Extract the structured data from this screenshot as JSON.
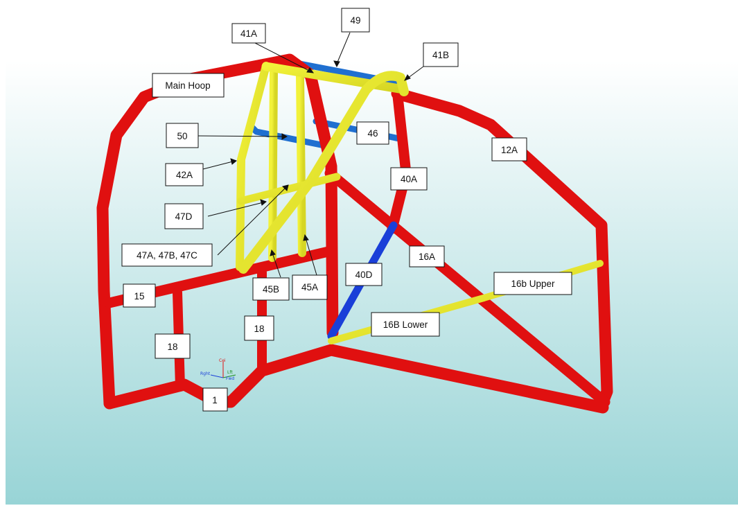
{
  "colors": {
    "red_tube": "#e01010",
    "yellow_tube": "#e6e62a",
    "blue_light": "#1f6fd0",
    "blue_dark": "#1a3fd8",
    "bg_top": "#ffffff",
    "bg_bottom": "#98d4d6"
  },
  "labels": {
    "l49": "49",
    "l41a": "41A",
    "l41b": "41B",
    "main_hoop": "Main Hoop",
    "l50": "50",
    "l46": "46",
    "l12a": "12A",
    "l42a": "42A",
    "l40a": "40A",
    "l47d": "47D",
    "l47abc": "47A, 47B, 47C",
    "l16a": "16A",
    "l40d": "40D",
    "l16b_upper": "16b Upper",
    "l45b": "45B",
    "l45a": "45A",
    "l15": "15",
    "l16b_lower": "16B Lower",
    "l18_left": "18",
    "l18_mid": "18",
    "l1": "1"
  },
  "axis_triad": {
    "top": "Cei",
    "left": "Rght",
    "right": "Lft",
    "small": "Fwd"
  }
}
